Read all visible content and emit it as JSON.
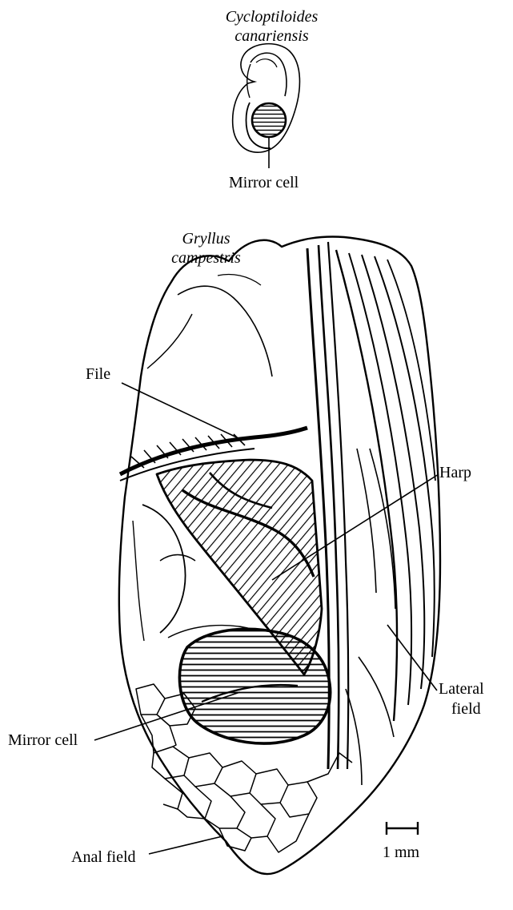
{
  "top_species": {
    "genus": "Cycloptiloides",
    "species": "canariensis"
  },
  "top_labels": {
    "mirror_cell": "Mirror cell"
  },
  "main_species": {
    "genus": "Gryllus",
    "species": "campestris"
  },
  "labels": {
    "file": "File",
    "harp": "Harp",
    "mirror_cell": "Mirror cell",
    "lateral_field_line1": "Lateral",
    "lateral_field_line2": "field",
    "anal_field": "Anal field"
  },
  "scale_bar": {
    "label": "1 mm"
  },
  "colors": {
    "ink": "#000000",
    "background": "#ffffff"
  }
}
